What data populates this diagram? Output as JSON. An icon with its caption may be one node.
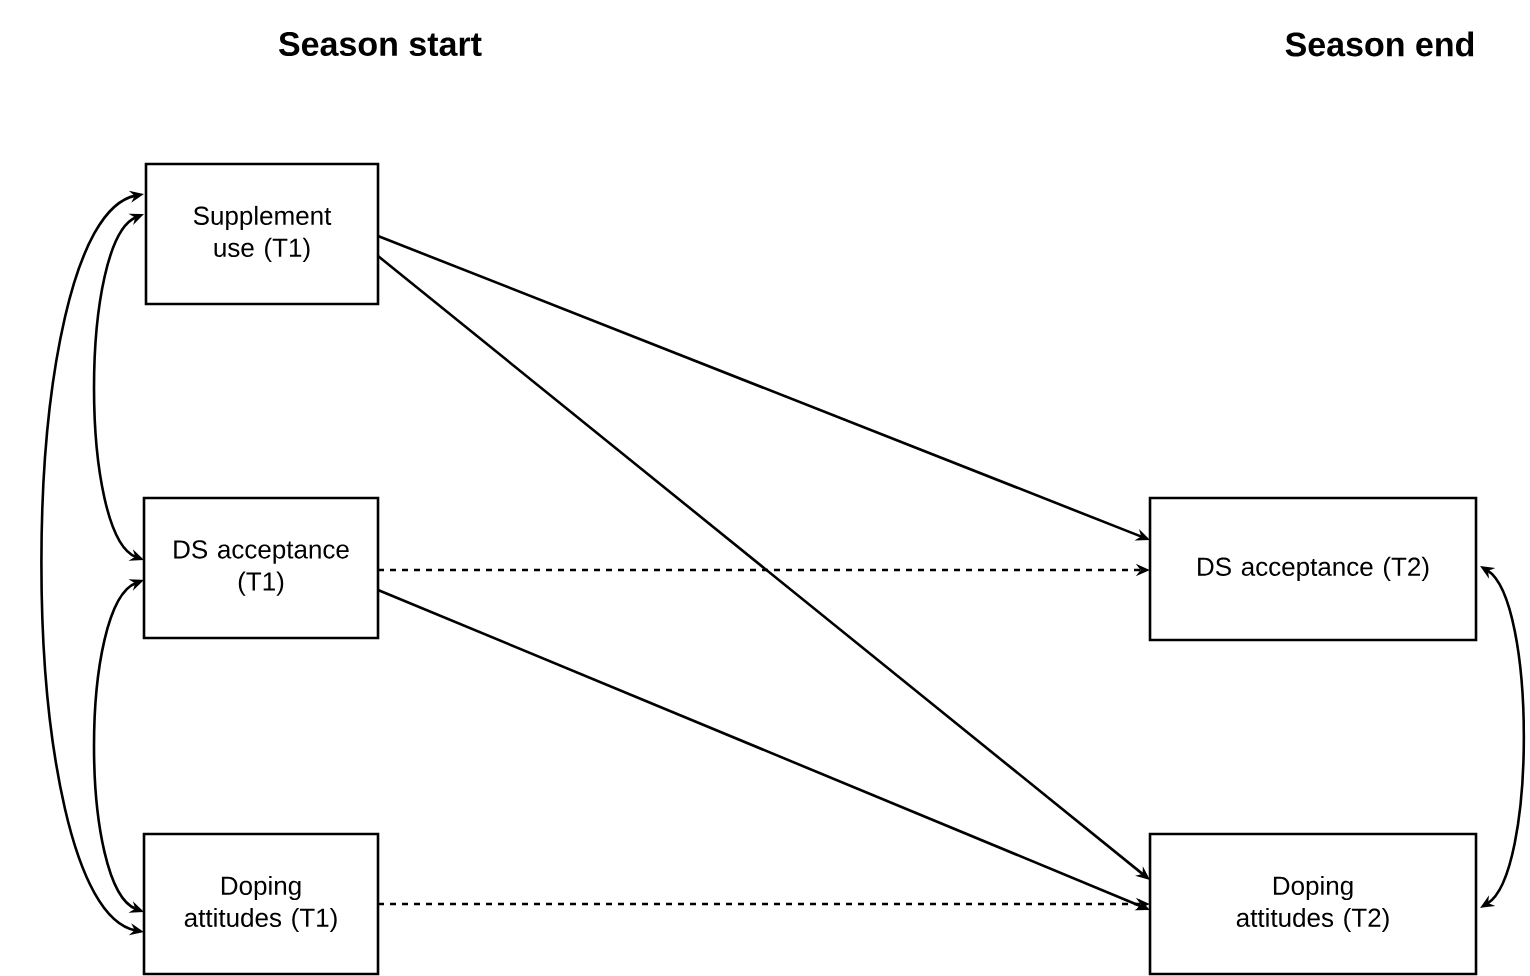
{
  "diagram": {
    "nodes": [
      {
        "text": [
          "Supplement use (T1)"
        ]
      },
      {
        "text": [
          "DS acceptance (T1)"
        ]
      },
      {
        "text": [
          "Doping attitudes (T1)"
        ]
      },
      {
        "text": [
          "DS acceptance (T2)"
        ]
      },
      {
        "text": [
          "Doping attitudes (T2)"
        ]
      }
    ],
    "edges": [
      {
        "from": 0,
        "to": 3,
        "arrow": "to"
      },
      {
        "from": 0,
        "to": 4,
        "arrow": "to"
      },
      {
        "from": 1,
        "to": 3,
        "arrow": "to",
        "style": "dashed"
      },
      {
        "from": 1,
        "to": 4,
        "arrow": "to"
      },
      {
        "from": 2,
        "to": 4,
        "arrow": "to",
        "style": "dashed"
      },
      {
        "from": 0,
        "to": 1,
        "arrow": "both"
      },
      {
        "from": 1,
        "to": 2,
        "arrow": "both"
      },
      {
        "from": 0,
        "to": 2,
        "arrow": "both"
      },
      {
        "from": 3,
        "to": 4,
        "arrow": "both"
      }
    ],
    "labels": [
      "Season start",
      "Season end"
    ]
  }
}
